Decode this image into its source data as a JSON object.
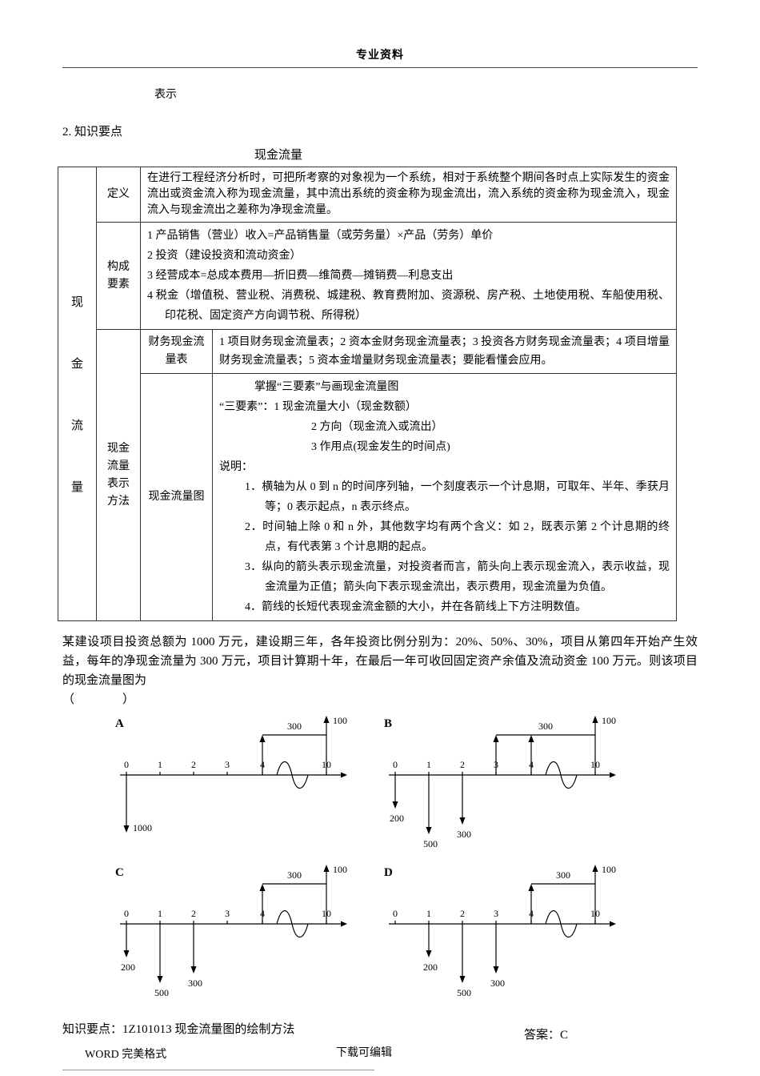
{
  "header": {
    "title": "专业资料"
  },
  "intro": {
    "note": "表示",
    "section_title": "2. 知识要点",
    "table_caption": "现金流量"
  },
  "table": {
    "side_label": "现金流量",
    "rows": {
      "definition": {
        "label": "定义",
        "text": "在进行工程经济分析时，可把所考察的对象视为一个系统，相对于系统整个期间各时点上实际发生的资金流出或资金流入称为现金流量，其中流出系统的资金称为现金流出，流入系统的资金称为现金流入，现金流入与现金流出之差称为净现金流量。"
      },
      "components": {
        "label": "构成要素",
        "items": [
          "1 产品销售（营业）收入=产品销售量（或劳务量）×产品（劳务）单价",
          "2 投资（建设投资和流动资金）",
          "3 经营成本=总成本费用—折旧费—维简费—摊销费—利息支出",
          "4 税金（增值税、营业税、消费税、城建税、教育费附加、资源税、房产税、土地使用税、车船使用税、印花税、固定资产方向调节税、所得税）"
        ]
      },
      "method": {
        "label": "现金流量表示方法",
        "statement": {
          "label": "财务现金流量表",
          "text": "1 项目财务现金流量表；2 资本金财务现金流量表；3 投资各方财务现金流量表；4 项目增量财务现金流量表；5 资本金增量财务现金流量表；要能看懂会应用。"
        },
        "diagram": {
          "label": "现金流量图",
          "heading": "掌握“三要素”与画现金流量图",
          "elements_line1": "“三要素”：1 现金流量大小（现金数额）",
          "elements_line2": "2 方向（现金流入或流出）",
          "elements_line3": "3 作用点(现金发生的时间点)",
          "notes_label": "说明：",
          "notes": [
            "1．横轴为从 0 到 n 的时间序列轴，一个刻度表示一个计息期，可取年、半年、季获月等；0 表示起点，n 表示终点。",
            "2．时间轴上除 0 和 n 外，其他数字均有两个含义：如 2，既表示第 2 个计息期的终点，有代表第 3 个计息期的起点。",
            "3．纵向的箭头表示现金流量，对投资者而言，箭头向上表示现金流入，表示收益，现金流量为正值；箭头向下表示现金流出，表示费用，现金流量为负值。",
            "4．箭线的长短代表现金流金额的大小，并在各箭线上下方注明数值。"
          ]
        }
      }
    }
  },
  "question": {
    "text": "某建设项目投资总额为 1000 万元，建设期三年，各年投资比例分别为：20%、50%、30%，项目从第四年开始产生效益，每年的净现金流量为 300 万元，项目计算期十年，在最后一年可收回固定资产余值及流动资金 100 万元。则该项目的现金流量图为",
    "blank": "（　　　　）"
  },
  "diagrams": [
    {
      "label": "A",
      "ticks": [
        "0",
        "1",
        "2",
        "3",
        "4",
        "10"
      ],
      "up_bracket": {
        "from": "4",
        "label": "300"
      },
      "up_ticks": [
        "4"
      ],
      "end_arrow_label": "100",
      "down_arrows": [
        {
          "tick": "0",
          "label": "1000",
          "length": 72,
          "label_side": "right"
        }
      ]
    },
    {
      "label": "B",
      "ticks": [
        "0",
        "1",
        "2",
        "3",
        "4",
        "10"
      ],
      "up_bracket": {
        "from": "3",
        "label": "300"
      },
      "up_ticks": [
        "3",
        "4"
      ],
      "end_arrow_label": "100",
      "down_arrows": [
        {
          "tick": "0",
          "label": "200",
          "length": 42
        },
        {
          "tick": "1",
          "label": "500",
          "length": 74
        },
        {
          "tick": "2",
          "label": "300",
          "length": 62
        }
      ]
    },
    {
      "label": "C",
      "ticks": [
        "0",
        "1",
        "2",
        "3",
        "4",
        "10"
      ],
      "up_bracket": {
        "from": "4",
        "label": "300"
      },
      "up_ticks": [
        "4"
      ],
      "end_arrow_label": "100",
      "down_arrows": [
        {
          "tick": "0",
          "label": "200",
          "length": 42
        },
        {
          "tick": "1",
          "label": "500",
          "length": 74
        },
        {
          "tick": "2",
          "label": "300",
          "length": 62
        }
      ]
    },
    {
      "label": "D",
      "ticks": [
        "0",
        "1",
        "2",
        "3",
        "4",
        "10"
      ],
      "up_bracket": {
        "from": "4",
        "label": "300"
      },
      "up_ticks": [
        "4"
      ],
      "end_arrow_label": "100",
      "down_arrows": [
        {
          "tick": "1",
          "label": "200",
          "length": 42
        },
        {
          "tick": "2",
          "label": "500",
          "length": 74
        },
        {
          "tick": "3",
          "label": "300",
          "length": 62
        }
      ]
    }
  ],
  "bottom": {
    "knowledge_point": "知识要点：1Z101013 现金流量图的绘制方法",
    "answer": "答案：C"
  },
  "footer": {
    "left": "WORD 完美格式",
    "center": "下载可编辑"
  }
}
